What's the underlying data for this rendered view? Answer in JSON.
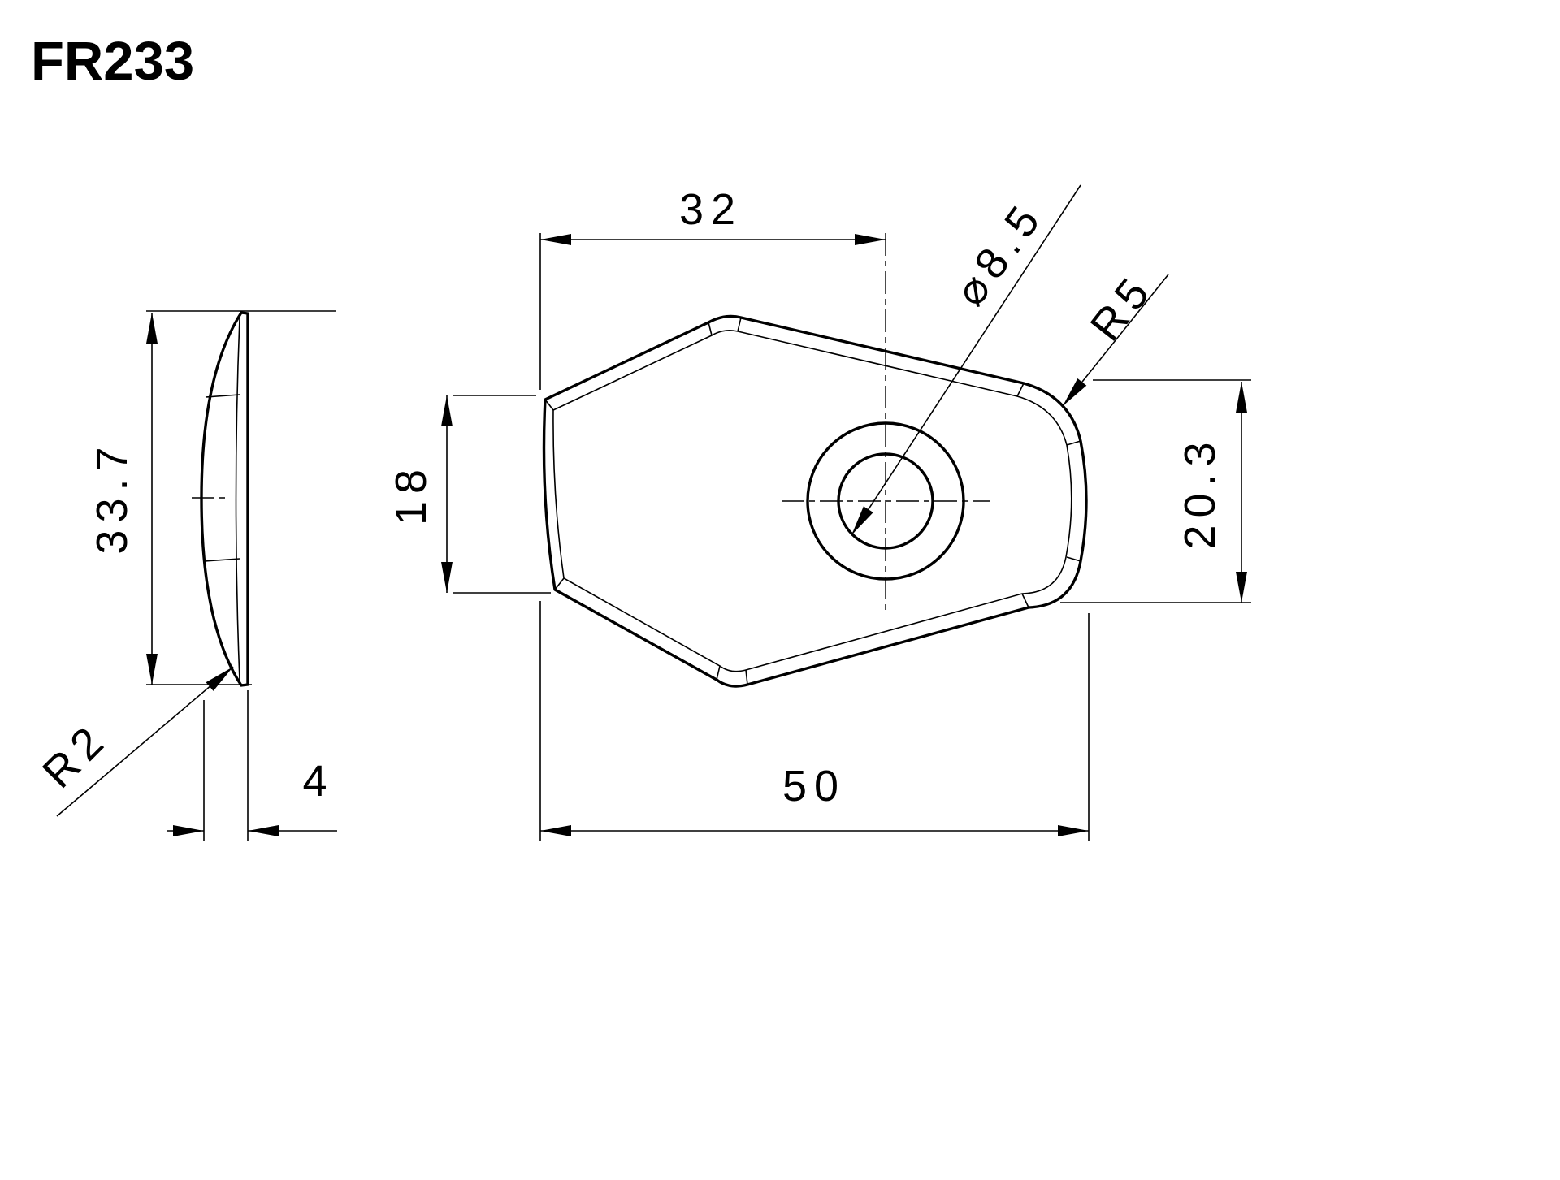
{
  "title": {
    "part_number": "FR233"
  },
  "side_view": {
    "height": "33.7",
    "thickness": "4",
    "edge_radius": "R2"
  },
  "front_view": {
    "top_width": "32",
    "hole_diameter": "⌀8.5",
    "corner_radius": "R5",
    "left_height": "18",
    "right_height": "20.3",
    "overall_width": "50"
  },
  "colors": {
    "line": "#000000",
    "background": "#ffffff"
  }
}
